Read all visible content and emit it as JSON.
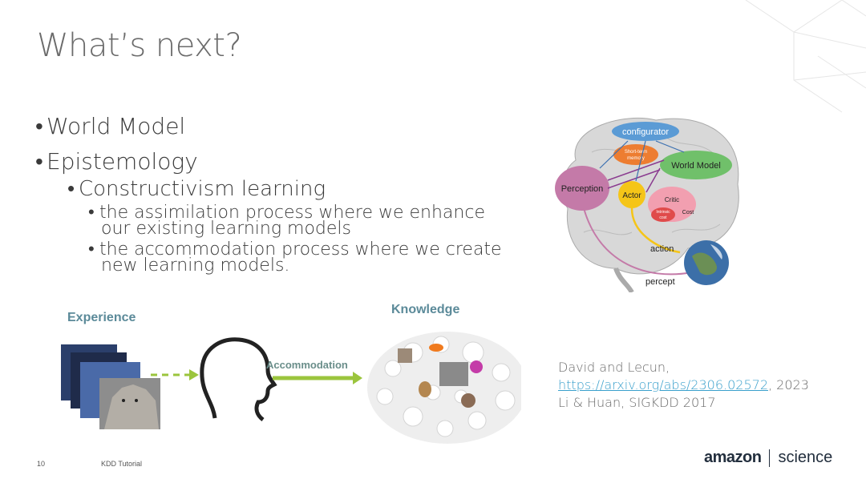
{
  "slide": {
    "title": "What’s next?",
    "bullets": {
      "world_model": "World Model",
      "epistemology": "Epistemology",
      "constructivism": "Constructivism learning",
      "assimilation_line1": "the assimilation process where we enhance",
      "assimilation_line2": "our existing learning models",
      "accommodation_line1": "the accommodation process where we create",
      "accommodation_line2": "new learning models."
    },
    "bullet_glyph": "•"
  },
  "brain_figure": {
    "configurator": "configurator",
    "short_term_memory_1": "Short-term",
    "short_term_memory_2": "memory",
    "world_model": "World Model",
    "perception": "Perception",
    "actor": "Actor",
    "critic": "Critic",
    "intrinsic_cost_1": "Intrinsic",
    "intrinsic_cost_2": "cost",
    "cost": "Cost",
    "action": "action",
    "percept": "percept"
  },
  "diagram": {
    "experience": "Experience",
    "knowledge": "Knowledge",
    "arrow_label": "Accommodation"
  },
  "references": {
    "line1": "David and Lecun,",
    "link": "https://arxiv.org/abs/2306.02572",
    "link_suffix": ", 2023",
    "line3": "Li & Huan, SIGKDD 2017"
  },
  "footer": {
    "page_number": "10",
    "label": "KDD Tutorial",
    "logo_amazon": "amazon",
    "logo_science": "science"
  },
  "colors": {
    "title": "#6b6b6b",
    "accent_teal": "#5b8a99",
    "link": "#3aa0cc",
    "arrow_green": "#9bc53d"
  }
}
